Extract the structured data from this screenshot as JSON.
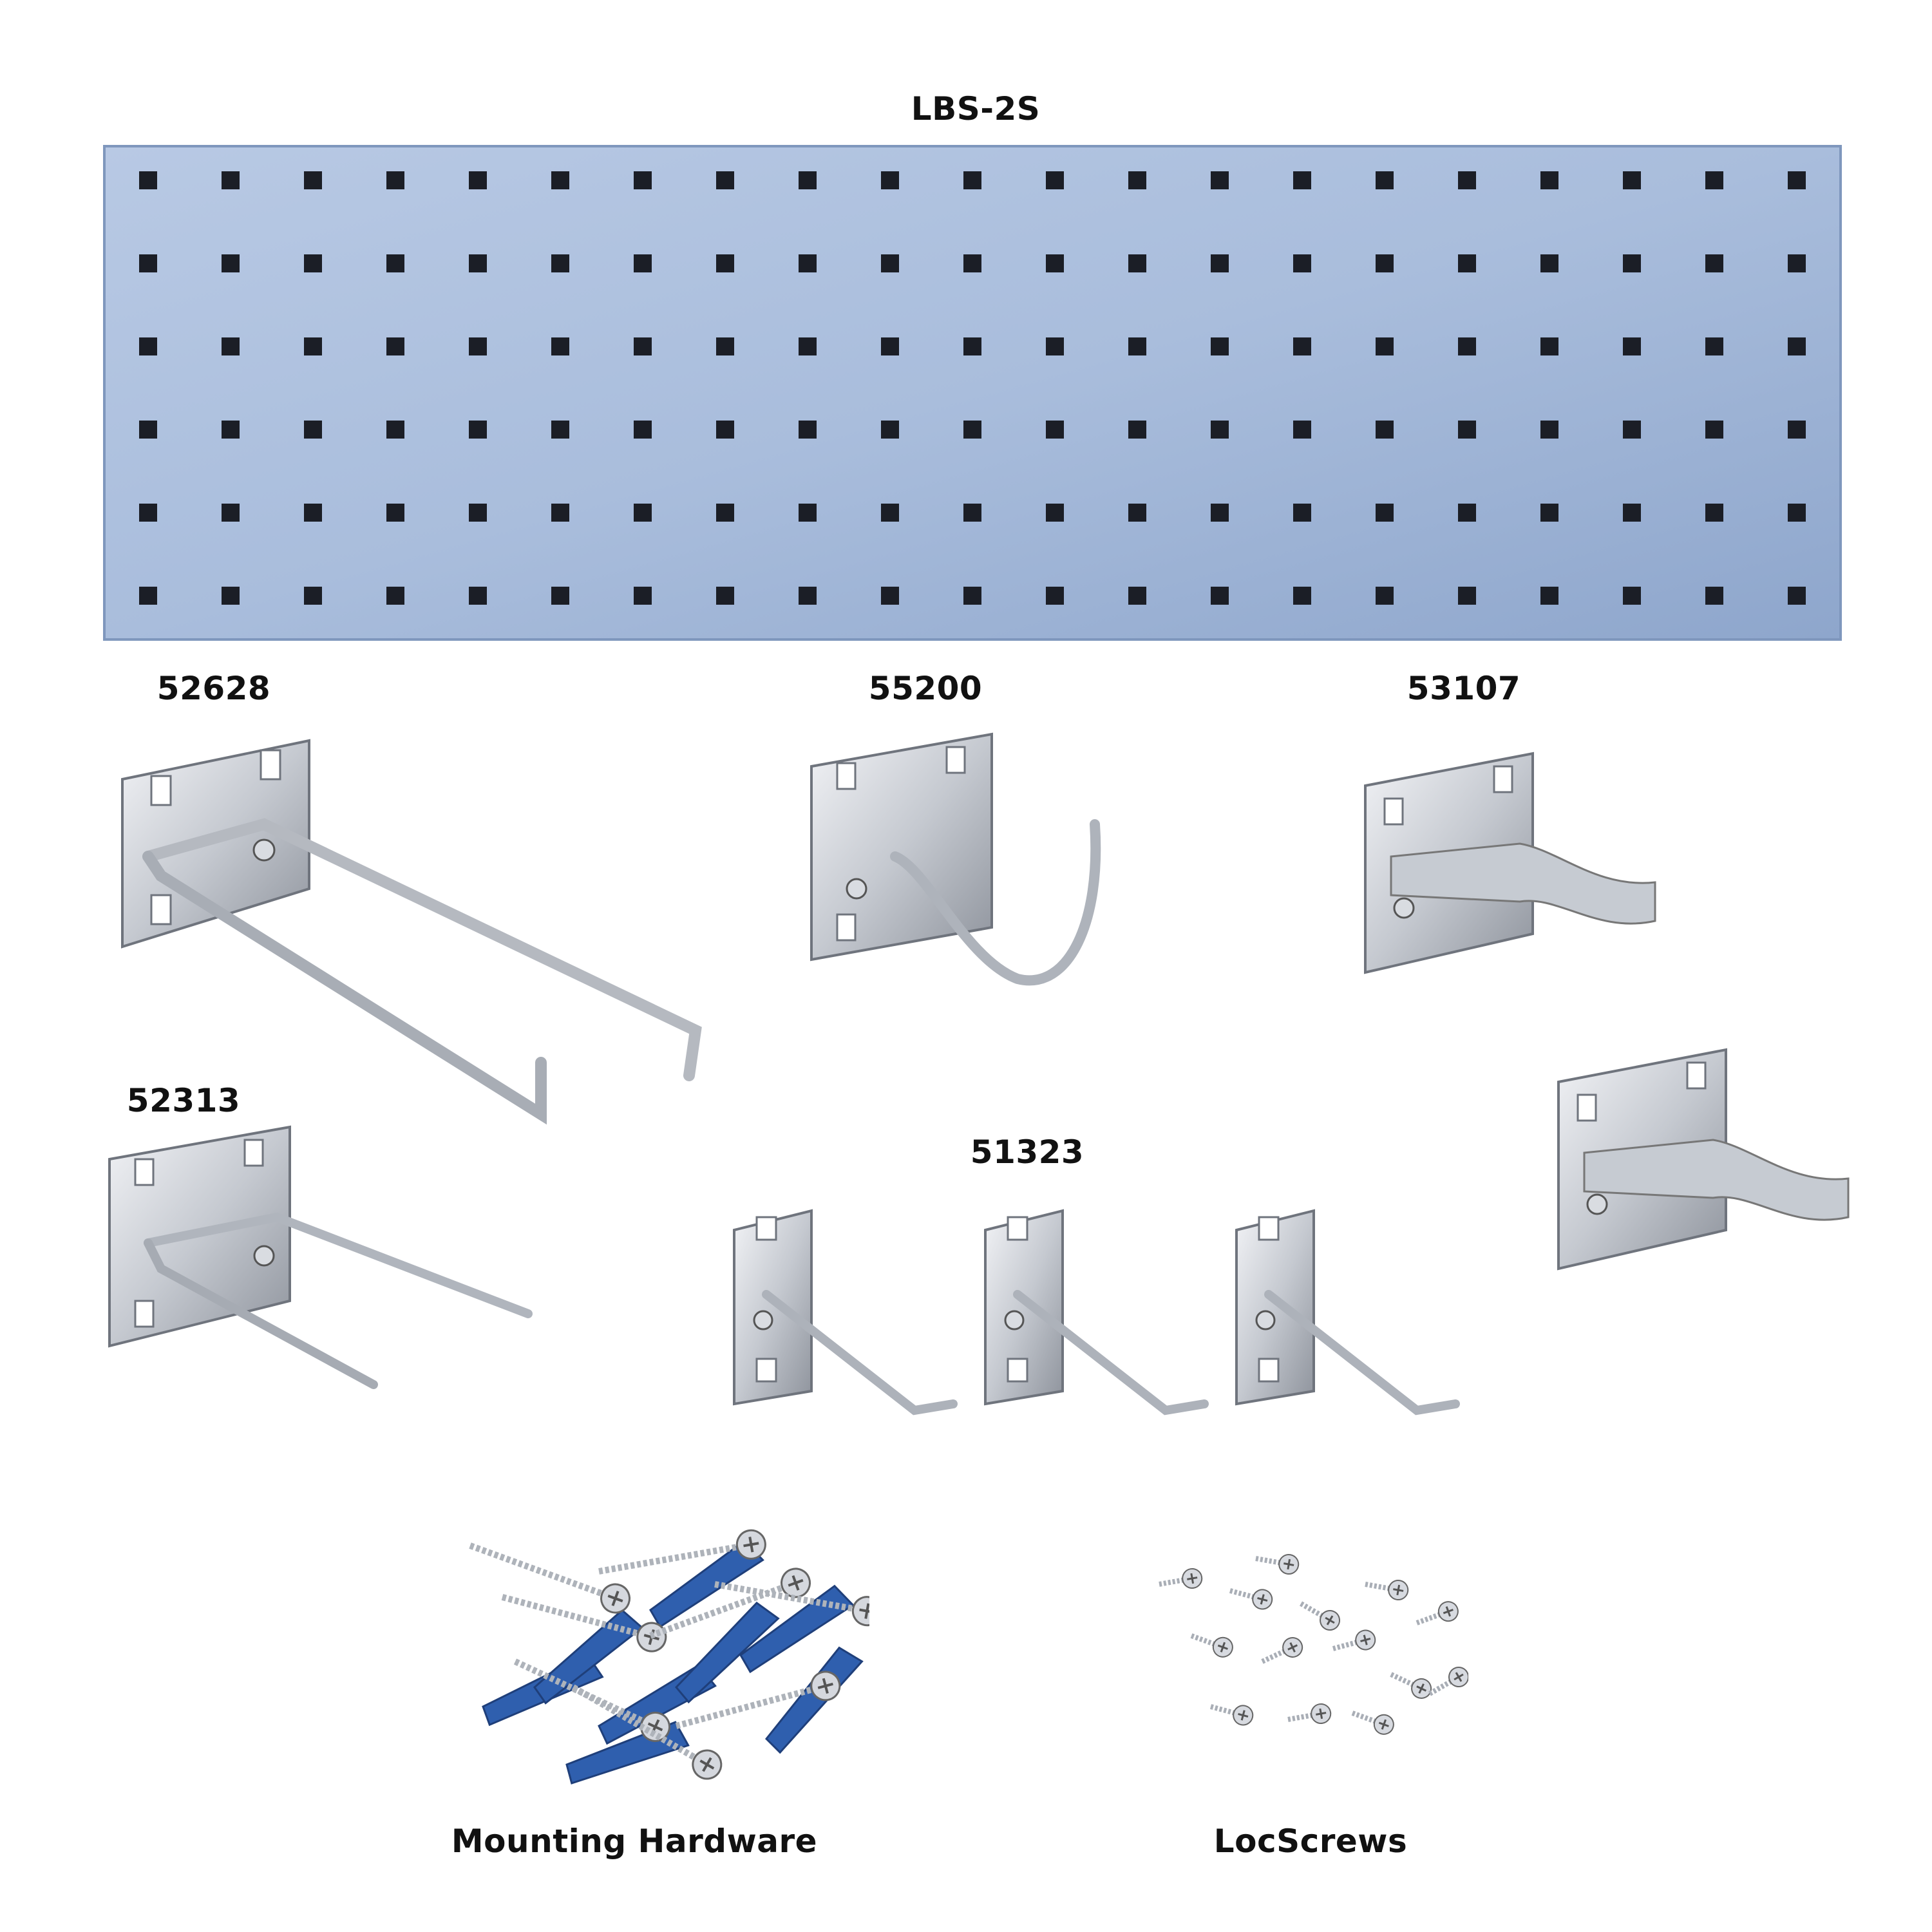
{
  "labels": {
    "board": "LBS-2S",
    "hook_52628": "52628",
    "hook_55200": "55200",
    "clip_53107": "53107",
    "hook_52313": "52313",
    "hooks_51323": "51323",
    "mounting_hardware": "Mounting Hardware",
    "locscrews": "LocScrews"
  },
  "colors": {
    "background": "#ffffff",
    "board": "#a9bddc",
    "board_edge": "#7f97bd",
    "hole": "#1b1e26",
    "metal": "#c9ccd2",
    "anchor_blue": "#2f5fae",
    "label_text": "#111111"
  },
  "icons": {
    "board": "pegboard-panel",
    "hook_52628": "double-hook",
    "hook_55200": "j-hook",
    "clip_53107": "spring-clip",
    "hook_52313": "double-hook-short",
    "hooks_51323": "single-hook",
    "mounting_hardware": "screws-and-anchors",
    "locscrews": "small-screws"
  }
}
